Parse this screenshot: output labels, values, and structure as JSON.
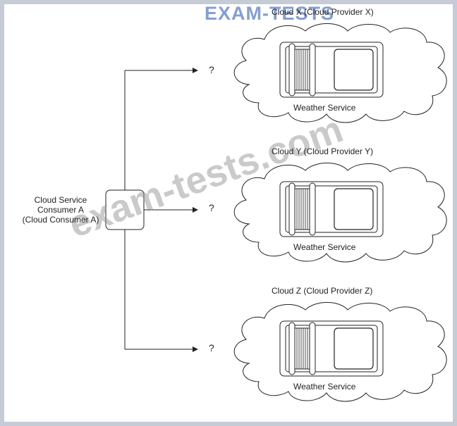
{
  "watermark": {
    "logo": "EXAM-TESTS",
    "diagonal": "exam-tests.com"
  },
  "consumer": {
    "label": "Cloud Service\nConsumer A\n(Cloud Consumer A)"
  },
  "clouds": [
    {
      "title": "Cloud X (Cloud Provider X)",
      "service": "Weather Service",
      "link": "?"
    },
    {
      "title": "Cloud Y (Cloud Provider Y)",
      "service": "Weather Service",
      "link": "?"
    },
    {
      "title": "Cloud Z (Cloud Provider Z)",
      "service": "Weather Service",
      "link": "?"
    }
  ],
  "colors": {
    "line": "#222222",
    "watermark_logo": "#6f8fc9",
    "watermark_text": "#8c8c8c"
  }
}
